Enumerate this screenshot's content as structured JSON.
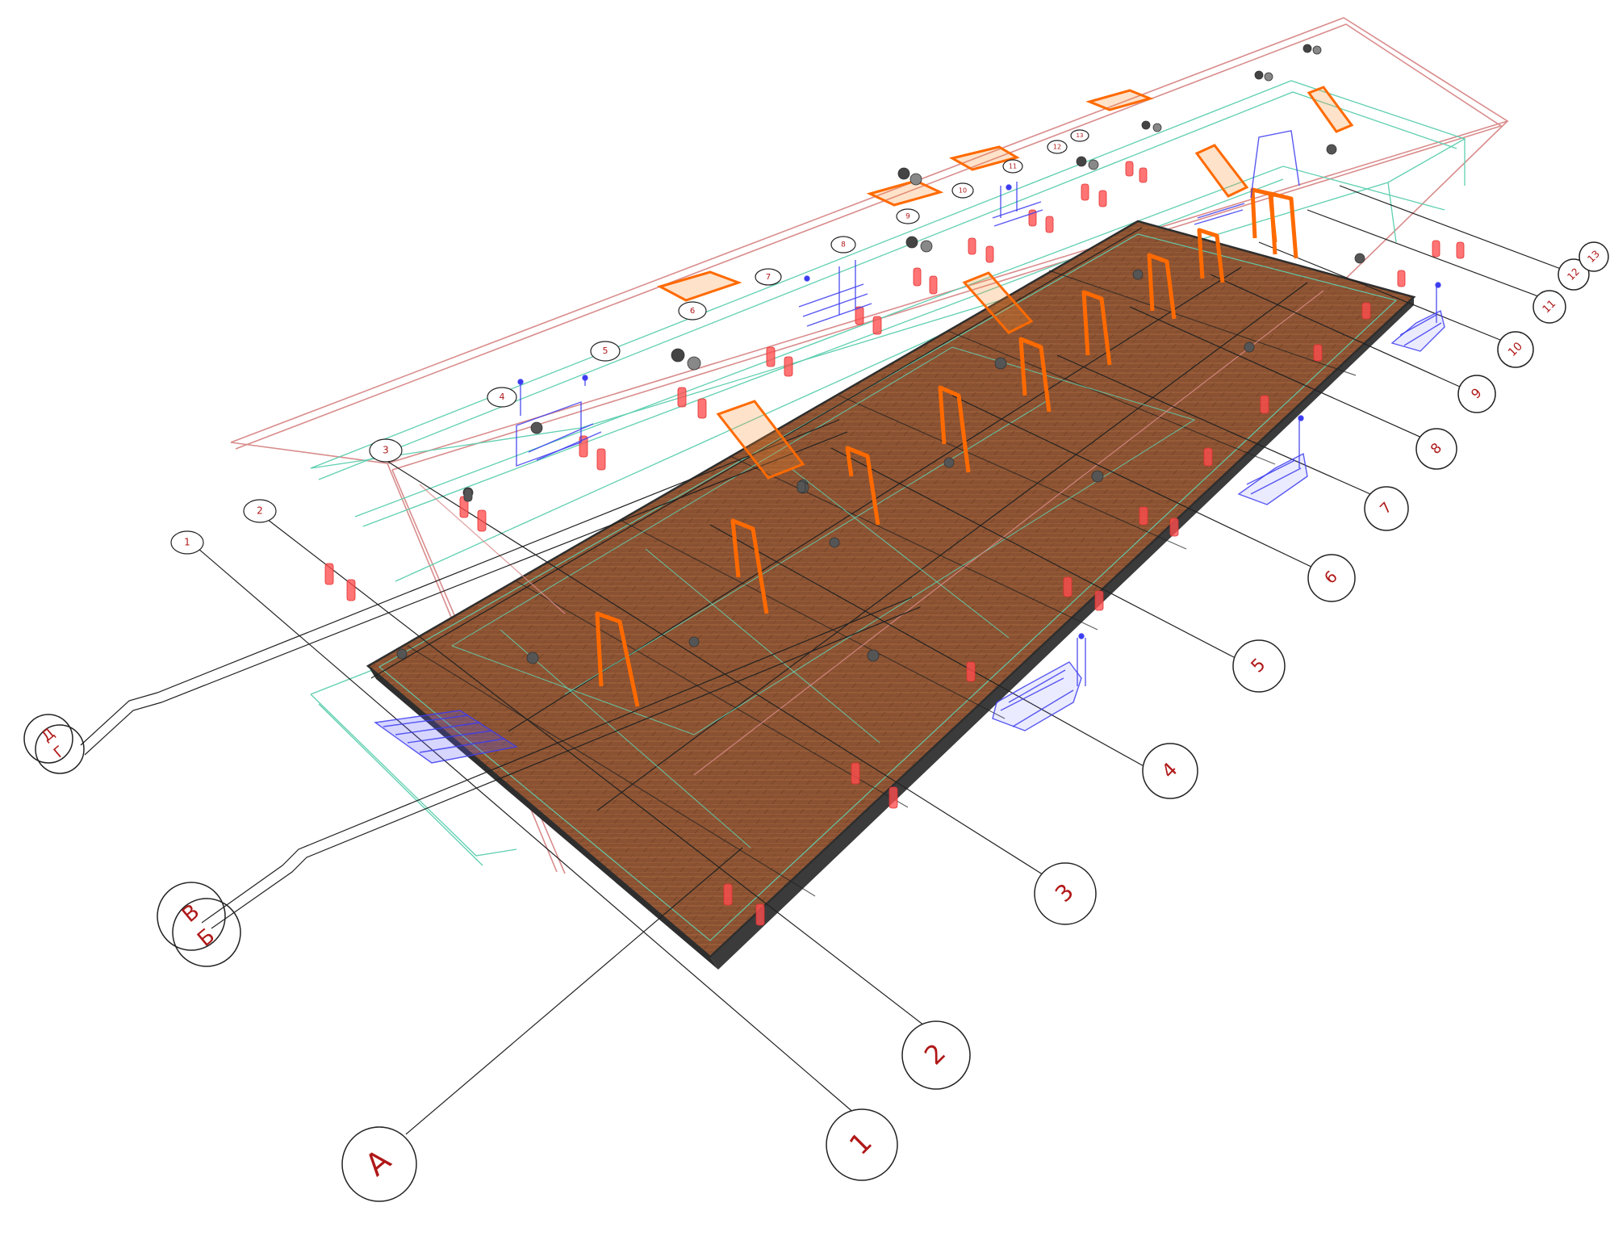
{
  "colors": {
    "background": "#ffffff",
    "floor_fill": "#8a5232",
    "floor_tile": "#a3643c",
    "floor_edge": "#2e2e2e",
    "wall_line": "#5fcfb0",
    "roof_line": "#d98c8c",
    "grid_line": "#222222",
    "bubble_text": "#b01818",
    "frame_orange": "#ff6a00",
    "column_red": "#ff4d4d",
    "stair_blue": "#3c3cf0",
    "pipe_gray": "#555555"
  },
  "axes": {
    "lower": [
      {
        "label": "1"
      },
      {
        "label": "2"
      },
      {
        "label": "3"
      },
      {
        "label": "4"
      },
      {
        "label": "5"
      },
      {
        "label": "6"
      },
      {
        "label": "7"
      },
      {
        "label": "8"
      },
      {
        "label": "9"
      },
      {
        "label": "10"
      },
      {
        "label": "11"
      },
      {
        "label": "12"
      },
      {
        "label": "13"
      }
    ],
    "upper": [
      {
        "label": "1"
      },
      {
        "label": "2"
      },
      {
        "label": "3"
      },
      {
        "label": "4"
      },
      {
        "label": "5"
      },
      {
        "label": "6"
      },
      {
        "label": "7"
      },
      {
        "label": "8"
      },
      {
        "label": "9"
      },
      {
        "label": "10"
      },
      {
        "label": "11"
      },
      {
        "label": "12"
      },
      {
        "label": "13"
      }
    ],
    "letters": [
      {
        "label": "А"
      },
      {
        "label": "Б"
      },
      {
        "label": "В"
      },
      {
        "label": "Г"
      },
      {
        "label": "Д"
      }
    ]
  }
}
